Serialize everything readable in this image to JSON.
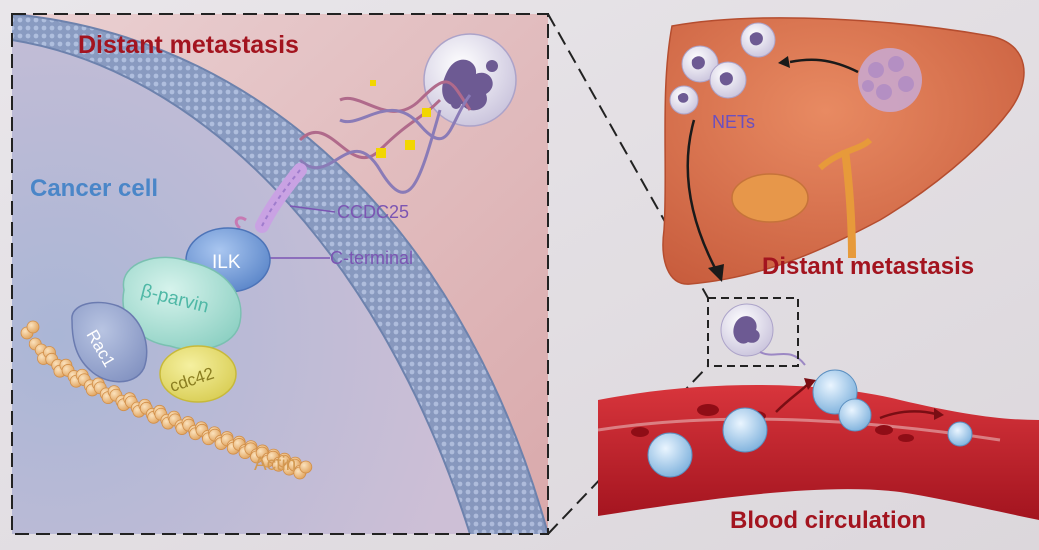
{
  "labels": {
    "distant_metastasis_inset": "Distant metastasis",
    "cancer_cell": "Cancer cell",
    "ccdc25": "CCDC25",
    "c_terminal": "C-terminal",
    "ilk": "ILK",
    "beta_parvin": "β-parvin",
    "rac1": "Rac1",
    "cdc42": "cdc42",
    "actin": "Actin",
    "nets": "NETs",
    "distant_metastasis_liver": "Distant metastasis",
    "blood_circulation": "Blood circulation"
  },
  "colors": {
    "title_red": "#a3141f",
    "cell_blue": "#4a86c8",
    "ccdc25_purple": "#7b55b3",
    "ilk_text": "#ffffff",
    "parvin_text": "#4fb8a6",
    "actin_text": "#d39a52",
    "liver": "#d9704d",
    "vessel": "#c8202a"
  },
  "icons": [
    "neutrophil-icon",
    "dna-strand-icon",
    "liver-icon",
    "tumor-cell-icon",
    "blood-vessel-icon"
  ]
}
